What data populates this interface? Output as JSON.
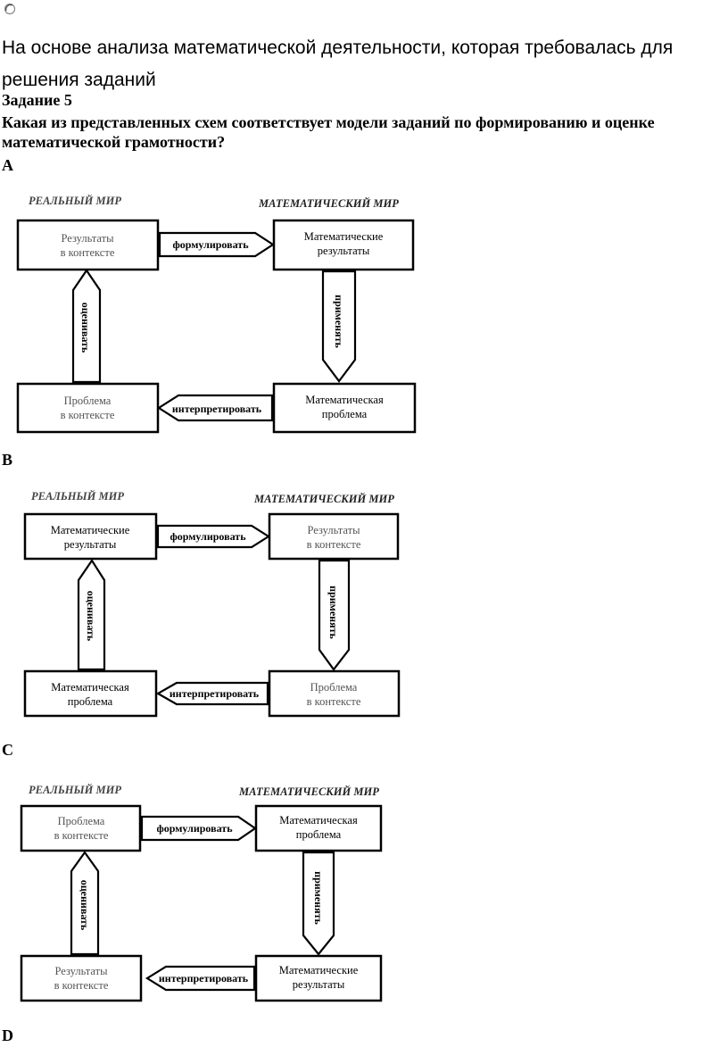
{
  "intro_text": "На основе анализа математической деятельности, которая требовалась для решения заданий",
  "task": {
    "title": "Задание 5",
    "question": "Какая из представленных схем соответствует модели заданий по формированию и оценке математической грамотности?"
  },
  "options": [
    {
      "letter": "А",
      "diagram": {
        "left_header": "РЕАЛЬНЫЙ МИР",
        "right_header": "МАТЕМАТИЧЕСКИЙ МИР",
        "top_left": [
          "Результаты",
          "в контексте"
        ],
        "top_right": [
          "Математические",
          "результаты"
        ],
        "bottom_right": [
          "Математическая",
          "проблема"
        ],
        "bottom_left": [
          "Проблема",
          "в контексте"
        ],
        "arrow_top": "формулировать",
        "arrow_right": "применять",
        "arrow_bottom": "интерпретировать",
        "arrow_left": "оценивать"
      }
    },
    {
      "letter": "В",
      "diagram": {
        "left_header": "РЕАЛЬНЫЙ МИР",
        "right_header": "МАТЕМАТИЧЕСКИЙ МИР",
        "top_left": [
          "Математические",
          "результаты"
        ],
        "top_right": [
          "Результаты",
          "в контексте"
        ],
        "bottom_right": [
          "Проблема",
          "в контексте"
        ],
        "bottom_left": [
          "Математическая",
          "проблема"
        ],
        "arrow_top": "формулировать",
        "arrow_right": "применять",
        "arrow_bottom": "интерпретировать",
        "arrow_left": "оценивать"
      }
    },
    {
      "letter": "С",
      "diagram": {
        "left_header": "РЕАЛЬНЫЙ МИР",
        "right_header": "МАТЕМАТИЧЕСКИЙ МИР",
        "top_left": [
          "Проблема",
          "в контексте"
        ],
        "top_right": [
          "Математическая",
          "проблема"
        ],
        "bottom_right": [
          "Математические",
          "результаты"
        ],
        "bottom_left": [
          "Результаты",
          "в контексте"
        ],
        "arrow_top": "формулировать",
        "arrow_right": "применять",
        "arrow_bottom": "интерпретировать",
        "arrow_left": "оценивать"
      }
    },
    {
      "letter": "D"
    }
  ]
}
